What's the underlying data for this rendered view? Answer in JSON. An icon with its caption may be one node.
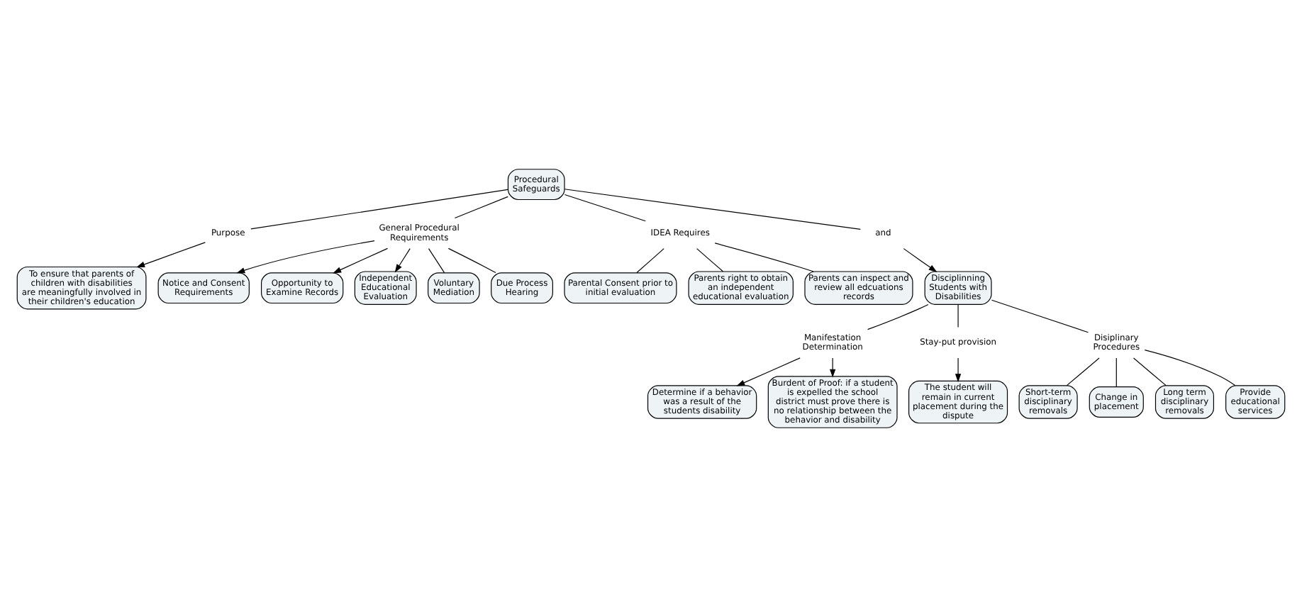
{
  "diagram": {
    "nodes": [
      {
        "text": [
          "Procedural Safeguards"
        ]
      },
      {
        "text": [
          "Purpose"
        ]
      },
      {
        "text": [
          "To ensure that parents of children with disabilities are meaningfully involved in their children's education"
        ]
      },
      {
        "text": [
          "General Procedural Requirements"
        ]
      },
      {
        "text": [
          "Notice and Consent Requirements"
        ]
      },
      {
        "text": [
          "Opportunity to Examine Records"
        ]
      },
      {
        "text": [
          "Independent Educational Evaluation"
        ]
      },
      {
        "text": [
          "Voluntary Mediation"
        ]
      },
      {
        "text": [
          "Due Process Hearing"
        ]
      },
      {
        "text": [
          "IDEA Requires"
        ]
      },
      {
        "text": [
          "Parental Consent prior to initial evaluation"
        ]
      },
      {
        "text": [
          "Parents right to obtain an independent educational evaluation"
        ]
      },
      {
        "text": [
          "Parents can inspect and review all edcuations records"
        ]
      },
      {
        "text": [
          "and"
        ]
      },
      {
        "text": [
          "Disciplinning Students with Disabilities"
        ]
      },
      {
        "text": [
          "Manifestation Determination"
        ]
      },
      {
        "text": [
          "Determine if a behavior was a result of the students disability"
        ]
      },
      {
        "text": [
          "Burdent of Proof: if a student is expelled the school district must prove there is no relationship between the behavior and disability"
        ]
      },
      {
        "text": [
          "Stay-put provision"
        ]
      },
      {
        "text": [
          "The student will remain in current placement during the dispute"
        ]
      },
      {
        "text": [
          "Disiplinary Procedures"
        ]
      },
      {
        "text": [
          "Short-term disciplinary removals"
        ]
      },
      {
        "text": [
          "Change in placement"
        ]
      },
      {
        "text": [
          "Long term disciplinary removals"
        ]
      },
      {
        "text": [
          "Provide educational services"
        ]
      }
    ],
    "edges": [
      {
        "from": 0,
        "to": 1,
        "arrow": "none"
      },
      {
        "from": 1,
        "to": 2,
        "arrow": "to"
      },
      {
        "from": 0,
        "to": 3,
        "arrow": "none"
      },
      {
        "from": 3,
        "to": 4,
        "arrow": "to"
      },
      {
        "from": 3,
        "to": 5,
        "arrow": "to"
      },
      {
        "from": 3,
        "to": 6,
        "arrow": "to"
      },
      {
        "from": 3,
        "to": 7,
        "arrow": "none"
      },
      {
        "from": 3,
        "to": 8,
        "arrow": "none"
      },
      {
        "from": 0,
        "to": 9,
        "arrow": "none"
      },
      {
        "from": 9,
        "to": 10,
        "arrow": "none"
      },
      {
        "from": 9,
        "to": 12,
        "arrow": "none"
      },
      {
        "from": 9,
        "to": 11,
        "arrow": "none"
      },
      {
        "from": 0,
        "to": 13,
        "arrow": "none"
      },
      {
        "from": 13,
        "to": 14,
        "arrow": "to"
      },
      {
        "from": 14,
        "to": 15,
        "arrow": "none"
      },
      {
        "from": 15,
        "to": 16,
        "arrow": "to"
      },
      {
        "from": 15,
        "to": 17,
        "arrow": "to"
      },
      {
        "from": 14,
        "to": 18,
        "arrow": "none"
      },
      {
        "from": 18,
        "to": 19,
        "arrow": "to"
      },
      {
        "from": 14,
        "to": 20,
        "arrow": "none"
      },
      {
        "from": 20,
        "to": 21,
        "arrow": "none"
      },
      {
        "from": 20,
        "to": 24,
        "arrow": "none"
      },
      {
        "from": 20,
        "to": 22,
        "arrow": "none"
      },
      {
        "from": 20,
        "to": 23,
        "arrow": "none"
      }
    ]
  }
}
